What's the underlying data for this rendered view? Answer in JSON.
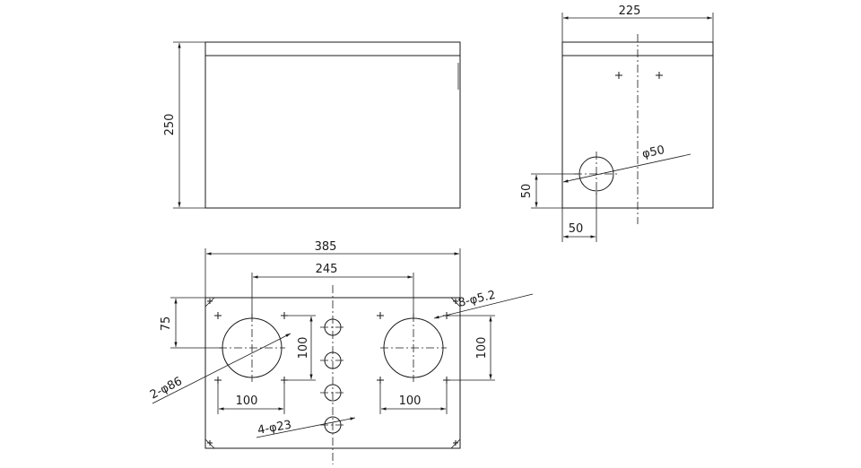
{
  "views": {
    "front": {
      "height_dim": "250"
    },
    "side": {
      "width_dim": "225",
      "hole_dim": "φ50",
      "hole_y_dim": "50",
      "hole_x_dim": "50"
    },
    "top": {
      "overall_width_dim": "385",
      "large_hole_spacing_dim": "245",
      "large_hole_offset_dim": "75",
      "large_holes_label": "2-φ86",
      "left_bolt_spacing_dim": "100",
      "right_bolt_spacing_dim": "100",
      "bolt_vertical_spacing_dim": "100",
      "bolt_holes_label": "8-φ5.2",
      "small_holes_label": "4-φ23"
    }
  }
}
